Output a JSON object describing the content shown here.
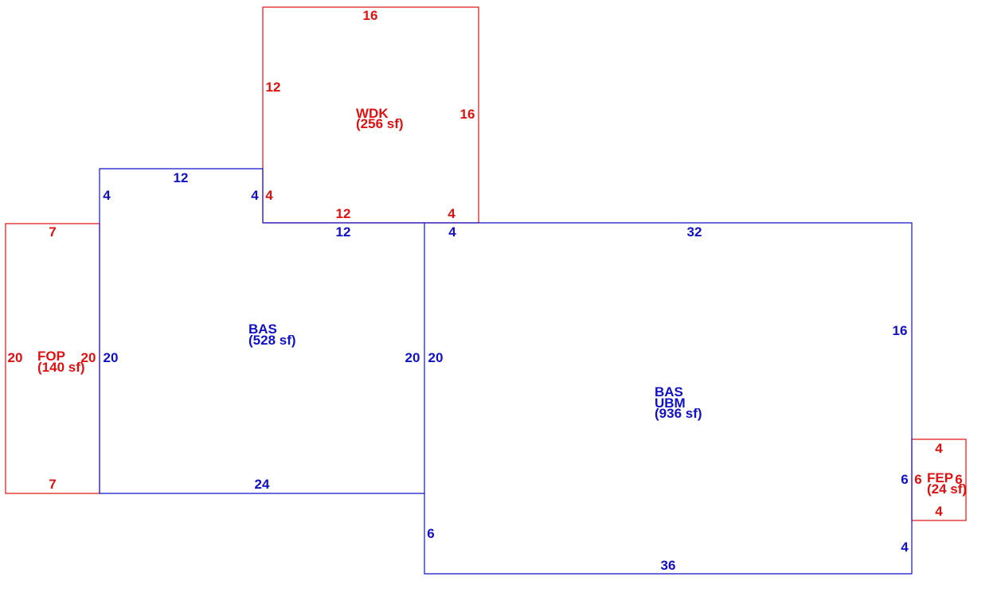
{
  "colors": {
    "main": "#1010c8",
    "addition": "#e01010"
  },
  "areas": {
    "wdk": {
      "code": "WDK",
      "area": "(256 sf)"
    },
    "fop": {
      "code": "FOP",
      "area": "(140 sf)"
    },
    "bas_left": {
      "code": "BAS",
      "area": "(528 sf)"
    },
    "bas_right": {
      "code": "BAS",
      "code2": "UBM",
      "area": "(936 sf)"
    },
    "fep": {
      "code": "FEP",
      "area": "(24 sf)"
    }
  },
  "dimensions": {
    "wdk_top": "16",
    "wdk_left": "12",
    "wdk_right": "16",
    "wdk_left_lower": "4",
    "wdk_bottom": "12",
    "wdk_bottom_right": "4",
    "fop_top": "7",
    "fop_left": "20",
    "fop_right": "20",
    "fop_bottom": "7",
    "bas_left_top": "12",
    "bas_left_leftside": "4",
    "bas_left_notch": "4",
    "bas_left_notch_bottom": "12",
    "bas_left_left": "20",
    "bas_left_right": "20",
    "bas_left_bottom": "24",
    "bas_right_top_notch": "4",
    "bas_right_top": "32",
    "bas_right_left": "20",
    "bas_right_right": "16",
    "bas_right_right_fep": "6",
    "bas_right_right_lower": "4",
    "bas_right_left_lower": "6",
    "bas_right_bottom": "36",
    "fep_top": "4",
    "fep_left": "6",
    "fep_right": "6",
    "fep_bottom": "4"
  }
}
